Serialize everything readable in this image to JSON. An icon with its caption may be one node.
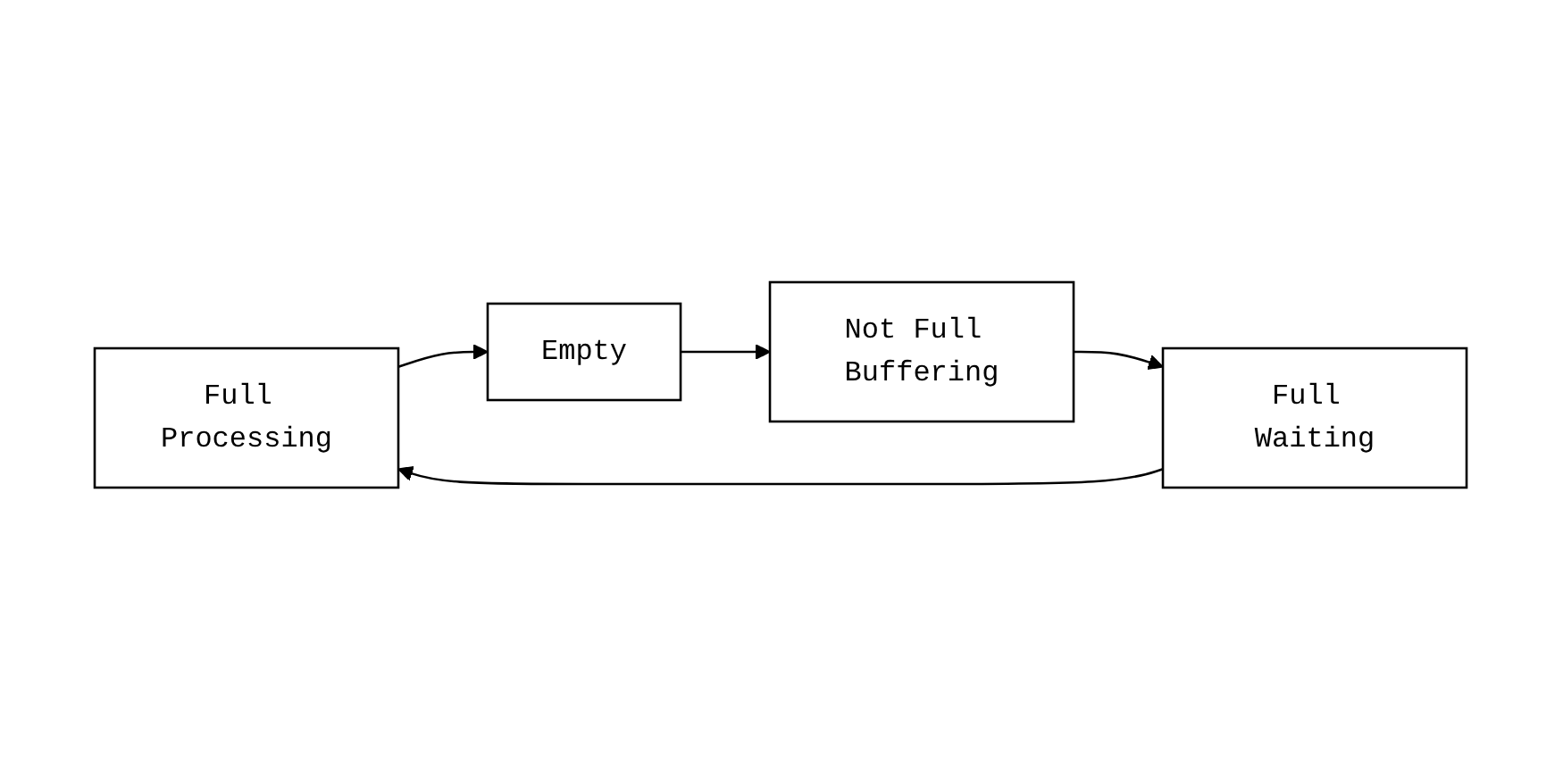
{
  "diagram": {
    "nodes": [
      {
        "text": [
          "Full Processing"
        ]
      },
      {
        "text": [
          "Empty"
        ]
      },
      {
        "text": [
          "Not Full Buffering"
        ]
      },
      {
        "text": [
          "Full Waiting"
        ]
      }
    ],
    "edges": [
      {
        "from": 0,
        "to": 1,
        "arrow": "to"
      },
      {
        "from": 1,
        "to": 2,
        "arrow": "to"
      },
      {
        "from": 2,
        "to": 3,
        "arrow": "to"
      },
      {
        "from": 3,
        "to": 0,
        "arrow": "to"
      }
    ]
  }
}
